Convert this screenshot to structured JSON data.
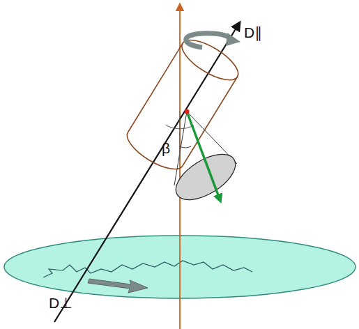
{
  "diagram": {
    "labels": [
      "D∥",
      "β",
      "D⊥"
    ]
  }
}
